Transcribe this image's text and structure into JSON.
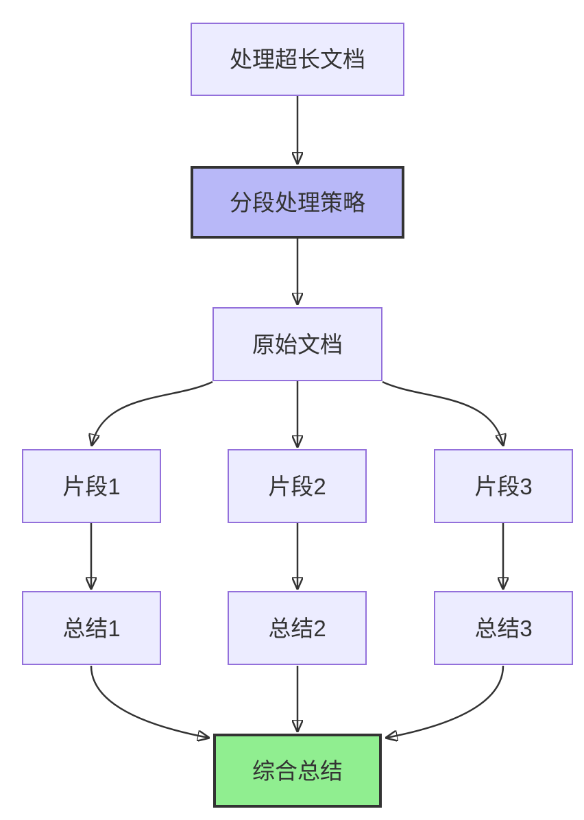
{
  "diagram": {
    "type": "flowchart",
    "direction": "top-down",
    "background": "#ffffff",
    "colors": {
      "default_fill": "#ECECFF",
      "default_border": "#9370DB",
      "strategy_fill": "#B8B8F8",
      "strategy_border": "#333333",
      "result_fill": "#90EE90",
      "result_border": "#333333",
      "edge": "#333333",
      "text": "#333333"
    },
    "nodes": [
      {
        "id": "process-long-doc",
        "label": "处理超长文档",
        "style": "default"
      },
      {
        "id": "segmentation-strategy",
        "label": "分段处理策略",
        "style": "strategy"
      },
      {
        "id": "original-doc",
        "label": "原始文档",
        "style": "default"
      },
      {
        "id": "fragment-1",
        "label": "片段1",
        "style": "default"
      },
      {
        "id": "fragment-2",
        "label": "片段2",
        "style": "default"
      },
      {
        "id": "fragment-3",
        "label": "片段3",
        "style": "default"
      },
      {
        "id": "summary-1",
        "label": "总结1",
        "style": "default"
      },
      {
        "id": "summary-2",
        "label": "总结2",
        "style": "default"
      },
      {
        "id": "summary-3",
        "label": "总结3",
        "style": "default"
      },
      {
        "id": "combined-summary",
        "label": "综合总结",
        "style": "result"
      }
    ],
    "edges": [
      {
        "from": "process-long-doc",
        "to": "segmentation-strategy"
      },
      {
        "from": "segmentation-strategy",
        "to": "original-doc"
      },
      {
        "from": "original-doc",
        "to": "fragment-1"
      },
      {
        "from": "original-doc",
        "to": "fragment-2"
      },
      {
        "from": "original-doc",
        "to": "fragment-3"
      },
      {
        "from": "fragment-1",
        "to": "summary-1"
      },
      {
        "from": "fragment-2",
        "to": "summary-2"
      },
      {
        "from": "fragment-3",
        "to": "summary-3"
      },
      {
        "from": "summary-1",
        "to": "combined-summary"
      },
      {
        "from": "summary-2",
        "to": "combined-summary"
      },
      {
        "from": "summary-3",
        "to": "combined-summary"
      }
    ]
  }
}
